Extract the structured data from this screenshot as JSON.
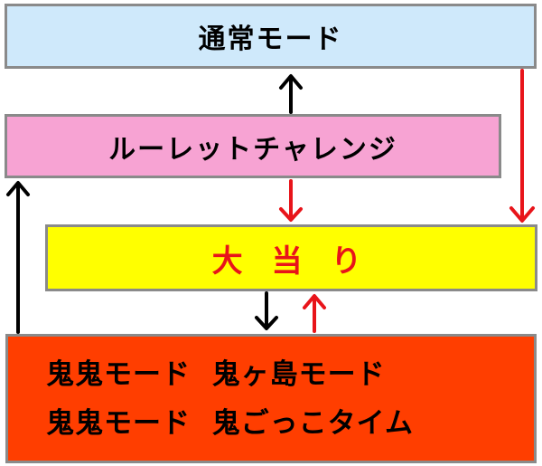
{
  "boxes": {
    "normal_mode": "通常モード",
    "roulette_challenge": "ルーレットチャレンジ",
    "jackpot": "大 当 り",
    "oni_modes": {
      "line1": "鬼鬼モード  鬼ヶ島モード",
      "line2": "鬼鬼モード  鬼ごっこタイム"
    }
  },
  "colors": {
    "normal_bg": "#cfe9fb",
    "roulette_bg": "#f7a3d3",
    "jackpot_bg": "#ffff00",
    "jackpot_text": "#e8141a",
    "oni_bg": "#ff3e00",
    "border": "#8a8a8a",
    "arrow_black": "#000000",
    "arrow_red": "#e8141a"
  }
}
